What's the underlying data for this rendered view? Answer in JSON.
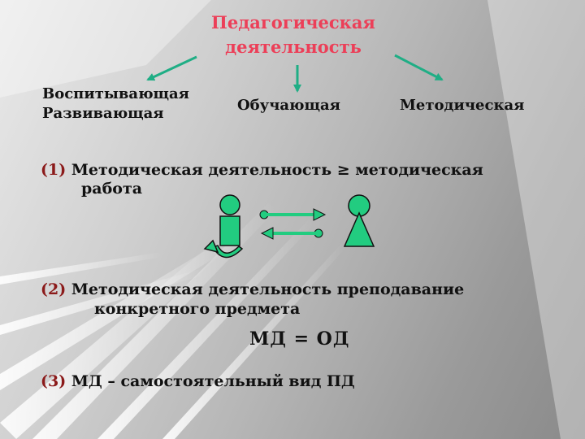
{
  "title_line1": "Педагогическая",
  "title_line2": "деятельность",
  "branches": {
    "left_line1": "Воспитывающая",
    "left_line2": "Развивающая",
    "middle": "Обучающая",
    "right": "Методическая"
  },
  "items": [
    {
      "num": "(1)",
      "line1": "Методическая деятельность ≥ методическая",
      "line2": "работа"
    },
    {
      "num": "(2)",
      "line1": "Методическая деятельность преподавание",
      "line2": "конкретного предмета"
    },
    {
      "num": "(3)",
      "line1": "МД – самостоятельный вид ПД"
    }
  ],
  "formula": "МД = ОД",
  "colors": {
    "title": "#ec3f58",
    "arrow": "#1fae85",
    "icon_fill": "#22cc80",
    "number": "#8b1a1a"
  }
}
